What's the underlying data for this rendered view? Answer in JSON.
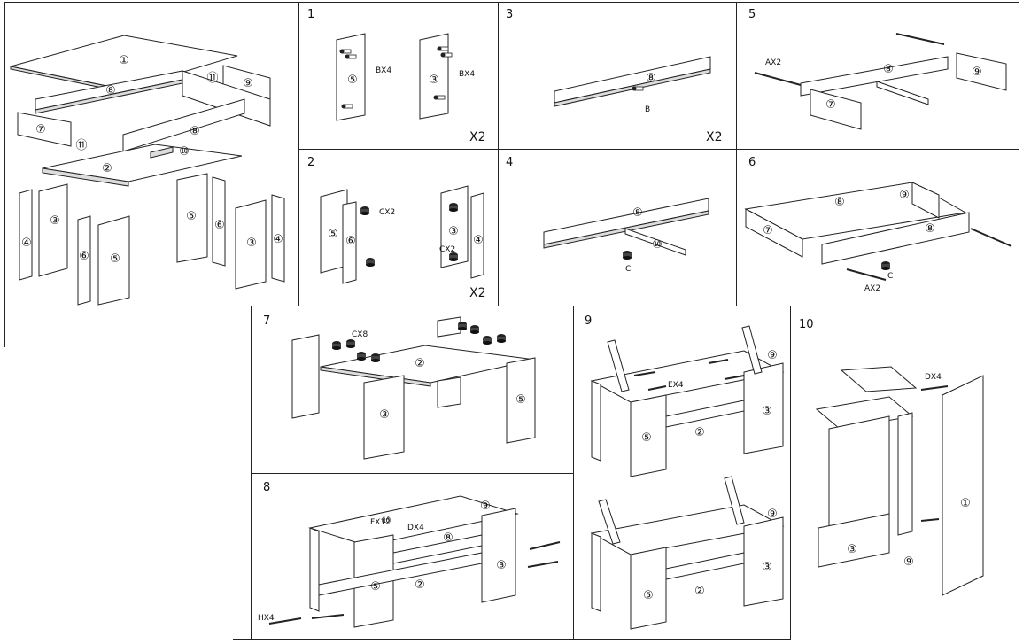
{
  "steps": {
    "s1": {
      "num": "1",
      "mult": "X2",
      "hw1": "BX4",
      "hw2": "BX4"
    },
    "s2": {
      "num": "2",
      "mult": "X2",
      "hw1": "CX2",
      "hw2": "CX2"
    },
    "s3": {
      "num": "3",
      "mult": "X2",
      "hw1": "B"
    },
    "s4": {
      "num": "4",
      "hw1": "C"
    },
    "s5": {
      "num": "5",
      "hw1": "AX2"
    },
    "s6": {
      "num": "6",
      "hw1": "AX2",
      "hw2": "C"
    },
    "s7": {
      "num": "7",
      "hw1": "CX8"
    },
    "s8": {
      "num": "8",
      "hw1": "FX12",
      "hw2": "DX4",
      "hw3": "HX4"
    },
    "s9": {
      "num": "9",
      "hw1": "EX4"
    },
    "s10": {
      "num": "10",
      "hw1": "DX4"
    }
  },
  "parts": {
    "p1": "①",
    "p2": "②",
    "p3": "③",
    "p4": "④",
    "p5": "⑤",
    "p6": "⑥",
    "p7": "⑦",
    "p8": "⑧",
    "p9": "⑨",
    "p10": "⑩",
    "p11": "⑪"
  }
}
